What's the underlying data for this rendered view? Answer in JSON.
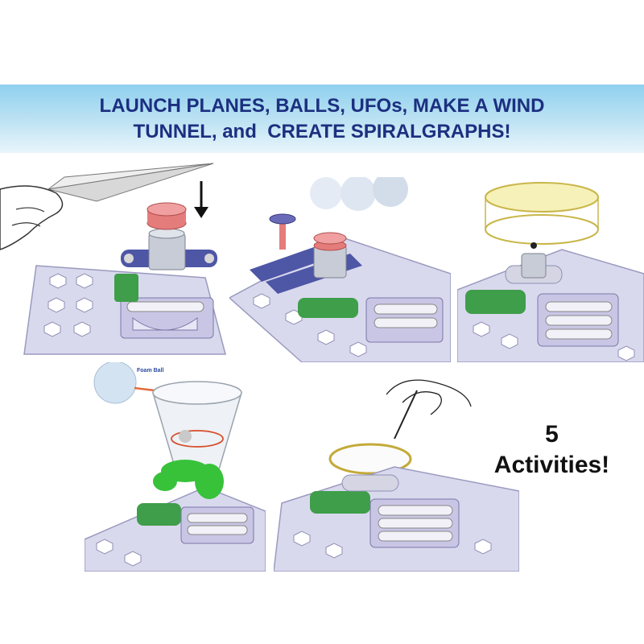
{
  "banner": {
    "line1": "LAUNCH PLANES, BALLS, UFOs, MAKE A WIND",
    "line2": "TUNNEL, and  CREATE SPIRALGRAPHS!"
  },
  "panels": {
    "foam_label": "Foam Ball"
  },
  "callout": {
    "number": "5",
    "word": "Activities!"
  },
  "colors": {
    "banner_text": "#1c2f80",
    "banner_top": "#8fd0ee",
    "baseboard": "#d8d8ec",
    "motor_top": "#e57c7c",
    "snap_blue": "#4e56a6",
    "switch_green": "#3f9e4a",
    "fan_green": "#37c23a"
  }
}
